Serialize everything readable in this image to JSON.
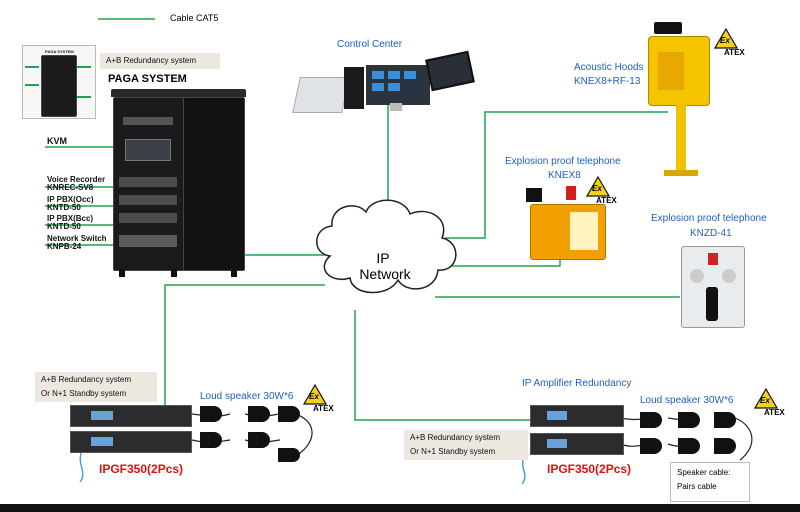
{
  "legend": {
    "label": "Cable CAT5",
    "color": "#1ea44e"
  },
  "paga": {
    "small_title": "PAGA SYSTEM",
    "redundancy": "A+B Redundancy system",
    "title": "PAGA SYSTEM",
    "kvm": "KVM",
    "voice_recorder": "Voice Recorder",
    "voice_recorder_model": "KNREC-SV8",
    "pbx_occ": "IP PBX(Occ)",
    "pbx_occ_model": "KNTD-50",
    "pbx_bcc": "IP PBX(Bcc)",
    "pbx_bcc_model": "KNTD-50",
    "switch": "Network Switch",
    "switch_model": "KNPB-24"
  },
  "control_center": "Control Center",
  "network": {
    "line1": "IP",
    "line2": "Network"
  },
  "hoods": {
    "title": "Acoustic Hoods",
    "model": "KNEX8+RF-13"
  },
  "tel1": {
    "title": "Explosion proof telephone",
    "model": "KNEX8"
  },
  "tel2": {
    "title": "Explosion proof telephone",
    "model": "KNZD-41"
  },
  "atex": {
    "ex": "Ex",
    "label": "ATEX"
  },
  "left_amp": {
    "note_line1": "A+B Redundancy system",
    "note_line2": "Or N+1 Standby system",
    "speaker": "Loud speaker 30W*6",
    "model": "IPGF350(2Pcs)"
  },
  "right_amp": {
    "title": "IP Amplifier Redundancy",
    "note_line1": "A+B Redundancy system",
    "note_line2": "Or N+1 Standby system",
    "speaker": "Loud speaker 30W*6",
    "model": "IPGF350(2Pcs)",
    "cable_line1": "Speaker cable:",
    "cable_line2": "Pairs cable"
  },
  "colors": {
    "cable": "#1ea44e",
    "text_blue": "#1f5fbf",
    "red": "#e01010",
    "atex_yellow": "#f5d21a"
  }
}
